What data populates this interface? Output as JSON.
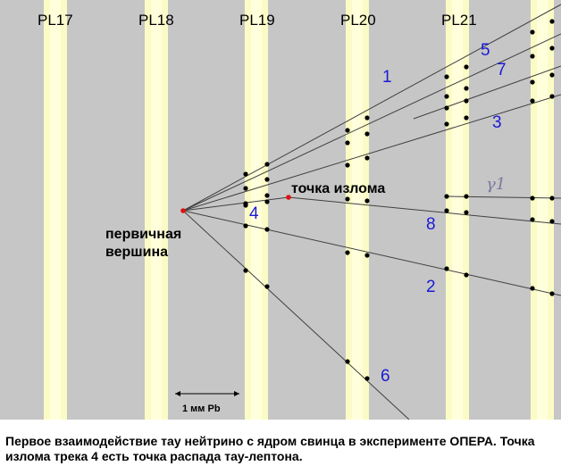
{
  "plates": [
    "PL17",
    "PL18",
    "PL19",
    "PL20",
    "PL21"
  ],
  "tracks": [
    "1",
    "5",
    "7",
    "3",
    "4",
    "8",
    "2",
    "6"
  ],
  "gamma_label": "γ1",
  "annotations": {
    "primary_vertex": [
      "первичная",
      "вершина"
    ],
    "kink_point": "точка излома"
  },
  "scale_bar": "1 мм Pb",
  "caption": "Первое взаимодействие тау нейтрино с ядром свинца в эксперименте ОПЕРА. Точка излома трека 4 есть точка распада тау-лептона.",
  "colors": {
    "background": "#c6c6c6",
    "plate_fill": "#fbfbc6",
    "plate_core": "#ffffdc",
    "track": "#404040",
    "vertex": "#e01010",
    "number": "#1a1ad6"
  }
}
